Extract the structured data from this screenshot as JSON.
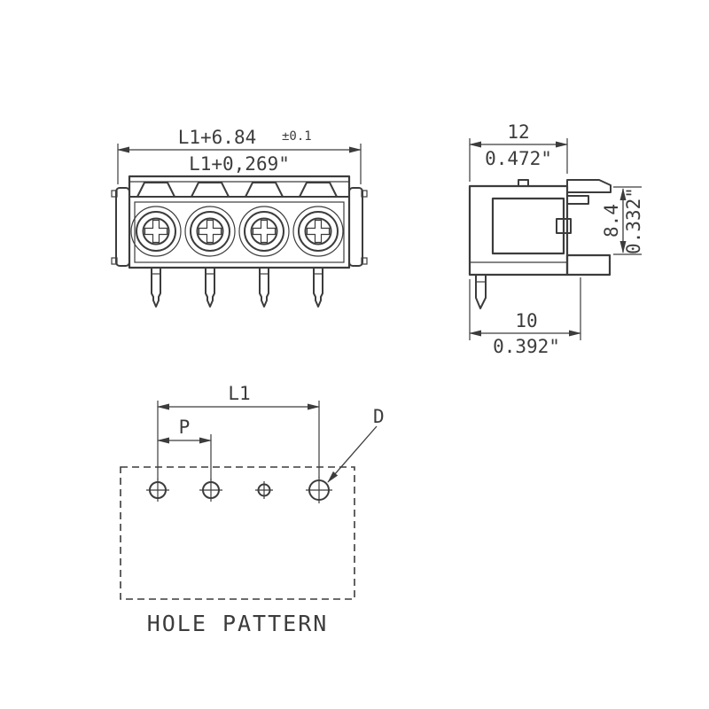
{
  "drawing": {
    "front_view": {
      "dim_width_mm": "L1+6.84",
      "dim_width_tol": "±0.1",
      "dim_width_inch": "L1+0,269\""
    },
    "side_view": {
      "width_mm": "12",
      "width_inch": "0.472\"",
      "height_mm": "8.4",
      "height_inch": "0.332\"",
      "depth_mm": "10",
      "depth_inch": "0.392\""
    },
    "hole_pattern": {
      "span_label": "L1",
      "pitch_label": "P",
      "diameter_label": "D",
      "caption": "HOLE PATTERN"
    },
    "colors": {
      "line": "#3c3c3c",
      "background": "#ffffff"
    }
  }
}
